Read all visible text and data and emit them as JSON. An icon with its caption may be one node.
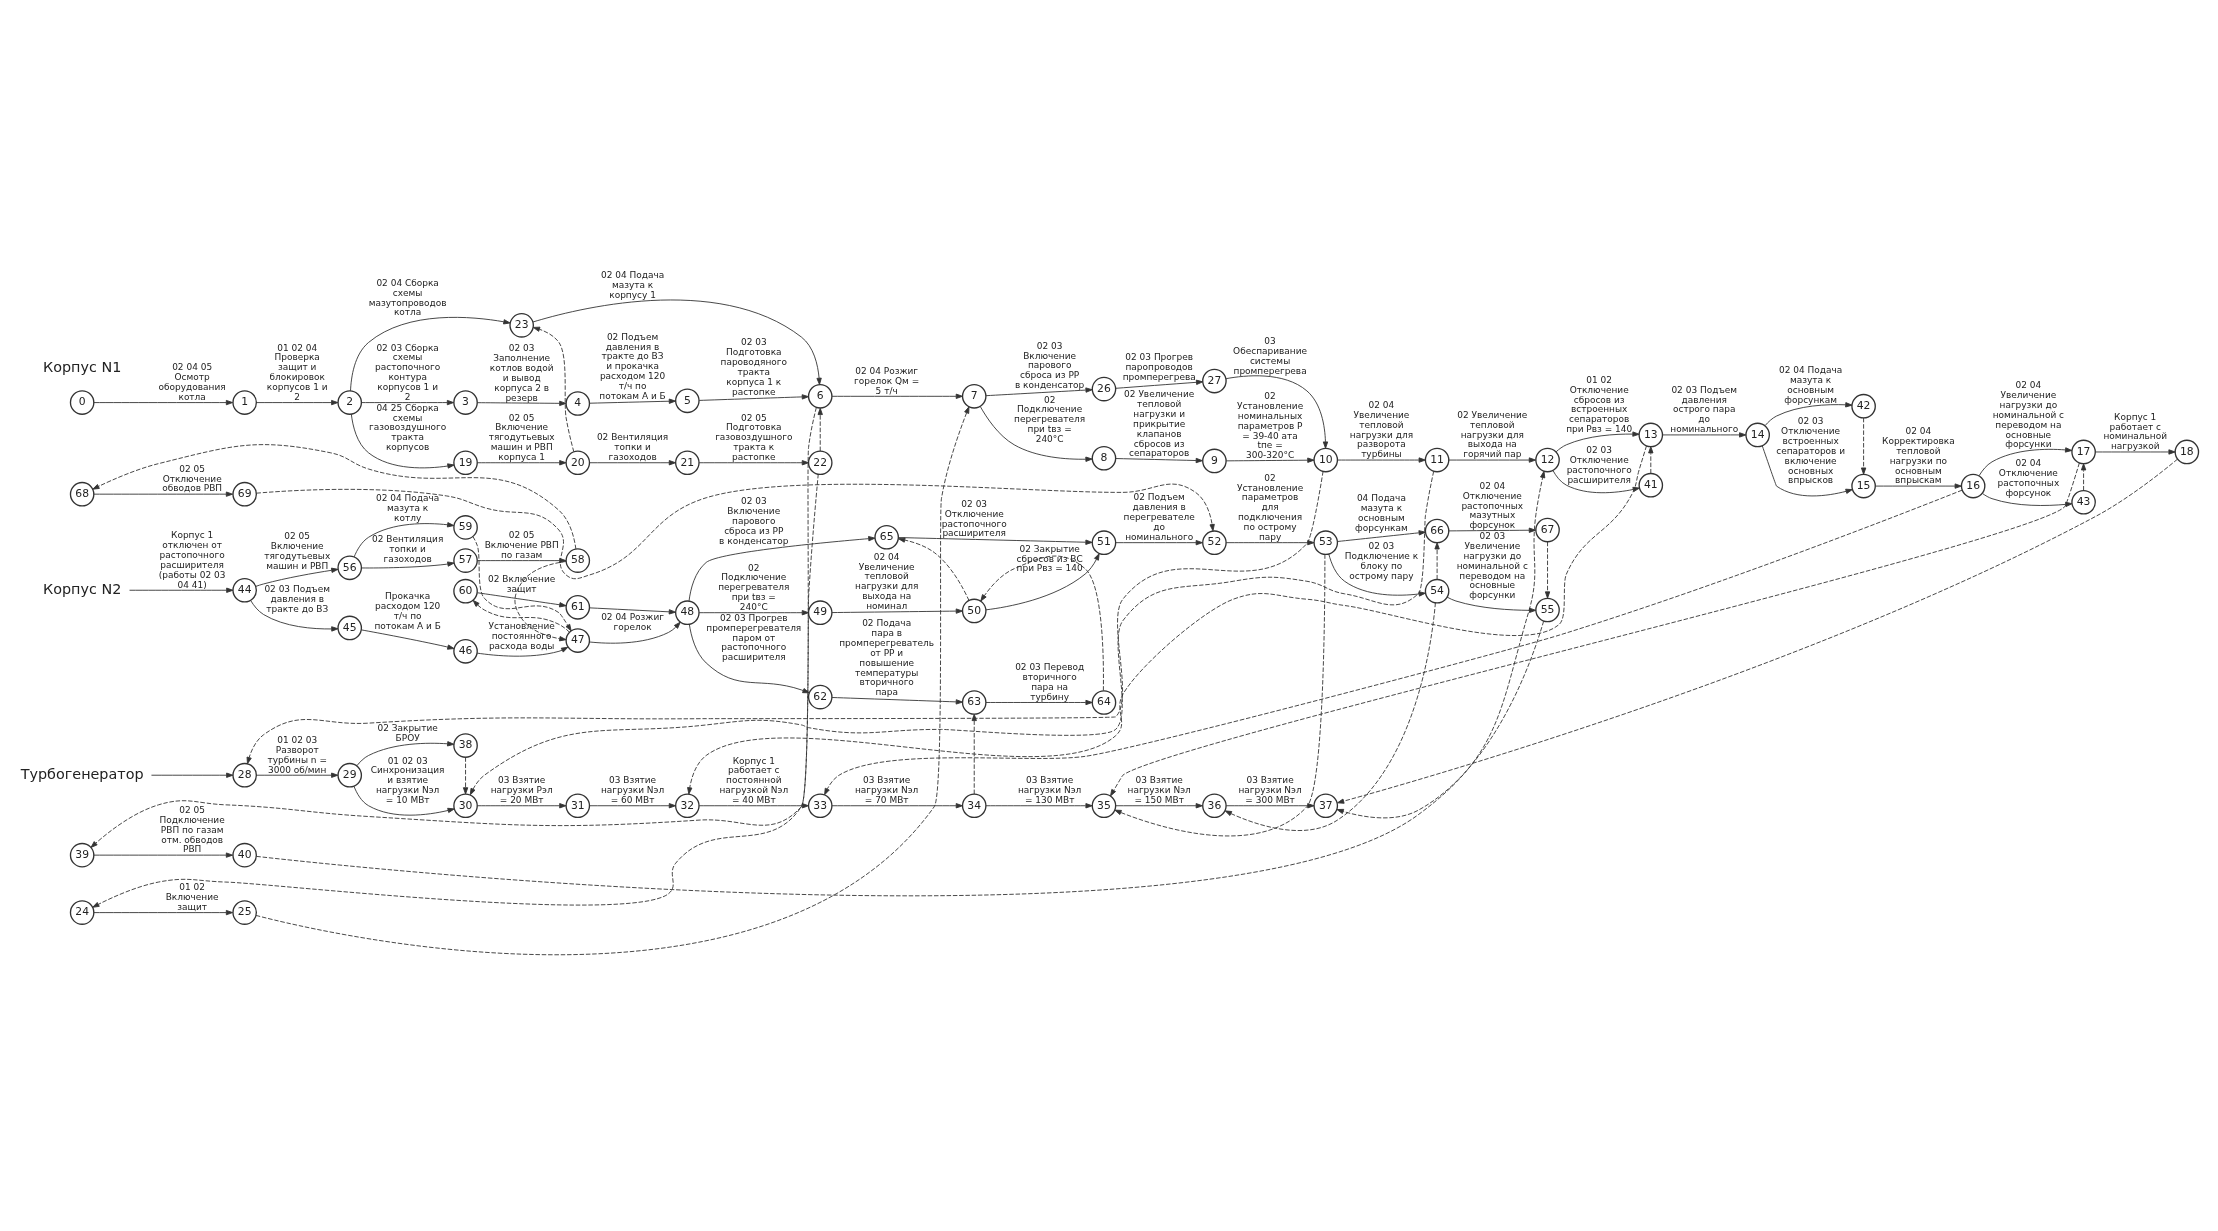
{
  "diagram": {
    "nodes": [
      {
        "text": [
          "0"
        ]
      },
      {
        "text": [
          "1"
        ]
      },
      {
        "text": [
          "2"
        ]
      },
      {
        "text": [
          "3"
        ]
      },
      {
        "text": [
          "4"
        ]
      },
      {
        "text": [
          "5"
        ]
      },
      {
        "text": [
          "6"
        ]
      },
      {
        "text": [
          "7"
        ]
      },
      {
        "text": [
          "8"
        ]
      },
      {
        "text": [
          "9"
        ]
      },
      {
        "text": [
          "10"
        ]
      },
      {
        "text": [
          "11"
        ]
      },
      {
        "text": [
          "12"
        ]
      },
      {
        "text": [
          "13"
        ]
      },
      {
        "text": [
          "14"
        ]
      },
      {
        "text": [
          "15"
        ]
      },
      {
        "text": [
          "16"
        ]
      },
      {
        "text": [
          "17"
        ]
      },
      {
        "text": [
          "18"
        ]
      },
      {
        "text": [
          "19"
        ]
      },
      {
        "text": [
          "20"
        ]
      },
      {
        "text": [
          "21"
        ]
      },
      {
        "text": [
          "22"
        ]
      },
      {
        "text": [
          "23"
        ]
      },
      {
        "text": [
          "24"
        ]
      },
      {
        "text": [
          "25"
        ]
      },
      {
        "text": [
          "26"
        ]
      },
      {
        "text": [
          "27"
        ]
      },
      {
        "text": [
          "28"
        ]
      },
      {
        "text": [
          "29"
        ]
      },
      {
        "text": [
          "30"
        ]
      },
      {
        "text": [
          "31"
        ]
      },
      {
        "text": [
          "32"
        ]
      },
      {
        "text": [
          "33"
        ]
      },
      {
        "text": [
          "34"
        ]
      },
      {
        "text": [
          "35"
        ]
      },
      {
        "text": [
          "36"
        ]
      },
      {
        "text": [
          "37"
        ]
      },
      {
        "text": [
          "38"
        ]
      },
      {
        "text": [
          "39"
        ]
      },
      {
        "text": [
          "40"
        ]
      },
      {
        "text": [
          "41"
        ]
      },
      {
        "text": [
          "42"
        ]
      },
      {
        "text": [
          "43"
        ]
      },
      {
        "text": [
          "44"
        ]
      },
      {
        "text": [
          "45"
        ]
      },
      {
        "text": [
          "46"
        ]
      },
      {
        "text": [
          "47"
        ]
      },
      {
        "text": [
          "48"
        ]
      },
      {
        "text": [
          "49"
        ]
      },
      {
        "text": [
          "50"
        ]
      },
      {
        "text": [
          "51"
        ]
      },
      {
        "text": [
          "52"
        ]
      },
      {
        "text": [
          "53"
        ]
      },
      {
        "text": [
          "54"
        ]
      },
      {
        "text": [
          "55"
        ]
      },
      {
        "text": [
          "56"
        ]
      },
      {
        "text": [
          "57"
        ]
      },
      {
        "text": [
          "58"
        ]
      },
      {
        "text": [
          "59"
        ]
      },
      {
        "text": [
          "60"
        ]
      },
      {
        "text": [
          "61"
        ]
      },
      {
        "text": [
          "62"
        ]
      },
      {
        "text": [
          "63"
        ]
      },
      {
        "text": [
          "64"
        ]
      },
      {
        "text": [
          "65"
        ]
      },
      {
        "text": [
          "66"
        ]
      },
      {
        "text": [
          "67"
        ]
      },
      {
        "text": [
          "68"
        ]
      },
      {
        "text": [
          "69"
        ]
      },
      {
        "text": [
          "Корпус N2"
        ]
      },
      {
        "text": [
          "Турбогенератор"
        ]
      }
    ],
    "edges": [
      {
        "from": 70,
        "to": 44,
        "arrow": "to",
        "label": "Корпус 1 отключен от растопочного расширителя (работы 02 03 04 41)"
      },
      {
        "from": 44,
        "to": 56,
        "arrow": "to",
        "label": "02 05 Включение тягодутьевых машин и РВП"
      },
      {
        "from": 56,
        "to": 57,
        "arrow": "to",
        "label": "02 Вентиляция топки и газоходов"
      },
      {
        "from": 57,
        "to": 58,
        "arrow": "to",
        "label": "02 05 Включение РВП по газам"
      },
      {
        "from": 58,
        "to": 68,
        "arrow": "to",
        "style": "dashed"
      },
      {
        "from": 68,
        "to": 69,
        "arrow": "to",
        "label": "02 05 Отключение обводов РВП"
      },
      {
        "from": 56,
        "to": 59,
        "arrow": "to",
        "label": "02 04 Подача мазута к котлу"
      },
      {
        "from": 59,
        "to": 47,
        "arrow": "to",
        "style": "dashed"
      },
      {
        "from": 58,
        "to": 47,
        "arrow": "to",
        "style": "dashed"
      },
      {
        "from": 44,
        "to": 45,
        "arrow": "to",
        "label": "02 03 Подъем давления в тракте до ВЗ"
      },
      {
        "from": 45,
        "to": 46,
        "arrow": "to",
        "label": "Прокачка расходом 120 т/ч по потокам А и Б"
      },
      {
        "from": 46,
        "to": 47,
        "arrow": "to",
        "label": "Установление постоянного расхода воды"
      },
      {
        "from": 47,
        "to": 48,
        "arrow": "to",
        "label": "02 04 Розжиг горелок"
      },
      {
        "from": 47,
        "to": 60,
        "arrow": "to",
        "style": "dashed"
      },
      {
        "from": 60,
        "to": 61,
        "arrow": "to",
        "label": "02 Включение защит"
      },
      {
        "from": 61,
        "to": 48,
        "arrow": "to"
      },
      {
        "from": 48,
        "to": 65,
        "arrow": "to",
        "label": "02 03 Включение парового сброса из РР в конденсатор"
      },
      {
        "from": 65,
        "to": 51,
        "arrow": "to",
        "label": "02 03 Отключение растопочного расширителя"
      },
      {
        "from": 48,
        "to": 49,
        "arrow": "to",
        "label": "02 Подключение перегревателя при tвз = 240°C"
      },
      {
        "from": 49,
        "to": 50,
        "arrow": "to",
        "label": "02 04 Увеличение тепловой нагрузки для выхода на номинал"
      },
      {
        "from": 50,
        "to": 65,
        "arrow": "to",
        "style": "dashed"
      },
      {
        "from": 50,
        "to": 51,
        "arrow": "to",
        "label": "02 Закрытие сбросов из ВС при Pвз = 140"
      },
      {
        "from": 51,
        "to": 52,
        "arrow": "to",
        "label": "02 Подъем давления в перегревателе до номинального"
      },
      {
        "from": 69,
        "to": 52,
        "arrow": "to",
        "style": "dashed"
      },
      {
        "from": 52,
        "to": 53,
        "arrow": "to",
        "label": "02 Установление параметров для подключения по острому пару"
      },
      {
        "from": 53,
        "to": 66,
        "arrow": "to",
        "label": "04 Подача мазута к основным форсункам"
      },
      {
        "from": 66,
        "to": 67,
        "arrow": "to",
        "label": "02 04 Отключение растопочных мазутных форсунок"
      },
      {
        "from": 53,
        "to": 54,
        "arrow": "to",
        "label": "02 03 Подключение к блоку по острому пару"
      },
      {
        "from": 54,
        "to": 66,
        "arrow": "to",
        "style": "dashed"
      },
      {
        "from": 54,
        "to": 55,
        "arrow": "to",
        "label": "02 03 Увеличение нагрузки до номинальной с переводом на основные форсунки"
      },
      {
        "from": 67,
        "to": 55,
        "arrow": "to",
        "style": "dashed"
      },
      {
        "from": 48,
        "to": 62,
        "arrow": "to",
        "label": "02 03 Прогрев промперегревателя паром от растопочного расширителя"
      },
      {
        "from": 62,
        "to": 63,
        "arrow": "to",
        "label": "02 Подача пара в промперегреватель от РР и повышение температуры вторичного пара"
      },
      {
        "from": 63,
        "to": 64,
        "arrow": "to",
        "label": "02 03 Перевод вторичного пара на турбину"
      },
      {
        "from": 64,
        "to": 50,
        "arrow": "to",
        "style": "dashed"
      },
      {
        "from": 71,
        "to": 28,
        "arrow": "to"
      },
      {
        "from": 28,
        "to": 29,
        "arrow": "to",
        "label": "01 02 03 Разворот турбины n = 3000 об/мин"
      },
      {
        "from": 29,
        "to": 38,
        "arrow": "to",
        "label": "02 Закрытие БРОУ"
      },
      {
        "from": 29,
        "to": 30,
        "arrow": "to",
        "label": "01 02 03 Синхронизация и взятие нагрузки Nэл = 10 МВт"
      },
      {
        "from": 38,
        "to": 30,
        "arrow": "to",
        "style": "dashed"
      },
      {
        "from": 30,
        "to": 31,
        "arrow": "to",
        "label": "03 Взятие нагрузки Pэл = 20 МВт"
      },
      {
        "from": 31,
        "to": 32,
        "arrow": "to",
        "label": "03 Взятие нагрузки Nэл = 60 МВт"
      },
      {
        "from": 32,
        "to": 33,
        "arrow": "to",
        "label": "Корпус 1 работает с постоянной нагрузкой Nэл = 40 МВт"
      },
      {
        "from": 33,
        "to": 34,
        "arrow": "to",
        "label": "03 Взятие нагрузки Nэл = 70 МВт"
      },
      {
        "from": 34,
        "to": 63,
        "arrow": "to",
        "style": "dashed"
      },
      {
        "from": 34,
        "to": 35,
        "arrow": "to",
        "label": "03 Взятие нагрузки Nэл = 130 МВт"
      },
      {
        "from": 53,
        "to": 35,
        "arrow": "to",
        "style": "dashed"
      },
      {
        "from": 35,
        "to": 36,
        "arrow": "to",
        "label": "03 Взятие нагрузки Nэл = 150 МВт"
      },
      {
        "from": 54,
        "to": 36,
        "arrow": "to",
        "style": "dashed"
      },
      {
        "from": 36,
        "to": 37,
        "arrow": "to",
        "label": "03 Взятие нагрузки Nэл = 300 МВт"
      },
      {
        "from": 55,
        "to": 37,
        "arrow": "to",
        "style": "dashed"
      },
      {
        "from": 2,
        "to": 23,
        "arrow": "to",
        "label": "02 04 Сборка схемы мазутопроводов котла"
      },
      {
        "from": 23,
        "to": 6,
        "arrow": "to",
        "label": "02 04 Подача мазута к корпусу 1"
      },
      {
        "from": 6,
        "to": 24,
        "arrow": "to",
        "style": "dashed"
      },
      {
        "from": 24,
        "to": 25,
        "arrow": "to",
        "label": "01 02 Включение защит"
      },
      {
        "from": 25,
        "to": 7,
        "arrow": "to",
        "style": "dashed"
      },
      {
        "from": 10,
        "to": 28,
        "arrow": "to",
        "style": "dashed"
      },
      {
        "from": 11,
        "to": 30,
        "arrow": "to",
        "style": "dashed"
      },
      {
        "from": 13,
        "to": 32,
        "arrow": "to",
        "style": "dashed"
      },
      {
        "from": 16,
        "to": 33,
        "arrow": "to",
        "style": "dashed"
      },
      {
        "from": 17,
        "to": 35,
        "arrow": "to",
        "style": "dashed"
      },
      {
        "from": 18,
        "to": 37,
        "arrow": "to",
        "style": "dashed"
      },
      {
        "from": 0,
        "to": 1,
        "arrow": "to",
        "label": "02 04 05 Осмотр оборудования котла"
      },
      {
        "from": 1,
        "to": 2,
        "arrow": "to",
        "label": "01 02 04 Проверка защит и блокировок корпусов 1 и 2"
      },
      {
        "from": 2,
        "to": 3,
        "arrow": "to",
        "label": "02 03 Сборка схемы растопочного контура корпусов 1 и 2"
      },
      {
        "from": 3,
        "to": 4,
        "arrow": "to",
        "label": "02 03 Заполнение котлов водой и вывод корпуса 2 в резерв"
      },
      {
        "from": 4,
        "to": 5,
        "arrow": "to",
        "label": "02 Подъем давления в тракте до ВЗ и прокачка расходом 120 т/ч по потокам А и Б"
      },
      {
        "from": 5,
        "to": 6,
        "arrow": "to",
        "label": "02 03 Подготовка пароводяного тракта корпуса 1 к растопке"
      },
      {
        "from": 6,
        "to": 7,
        "arrow": "to",
        "label": "02 04 Розжиг горелок Qм = 5 т/ч"
      },
      {
        "from": 7,
        "to": 8,
        "arrow": "to",
        "label": "02 Подключение перегревателя при tвз = 240°C"
      },
      {
        "from": 8,
        "to": 9,
        "arrow": "to",
        "label": "02 Увеличение тепловой нагрузки и прикрытие клапанов сбросов из сепараторов"
      },
      {
        "from": 9,
        "to": 10,
        "arrow": "to",
        "label": "02 Установление номинальных параметров P = 39-40 ата tпе = 300-320°C"
      },
      {
        "from": 10,
        "to": 11,
        "arrow": "to",
        "label": "02 04 Увеличение тепловой нагрузки для разворота турбины"
      },
      {
        "from": 11,
        "to": 12,
        "arrow": "to",
        "label": "02 Увеличение тепловой нагрузки для выхода на горячий пар"
      },
      {
        "from": 12,
        "to": 13,
        "arrow": "to",
        "label": "01 02 Отключение сбросов из встроенных сепараторов при Pвз = 140"
      },
      {
        "from": 13,
        "to": 14,
        "arrow": "to",
        "label": "02 03 Подъем давления острого пара до номинального"
      },
      {
        "from": 14,
        "to": 15,
        "arrow": "to",
        "label": "02 03 Отключение встроенных сепараторов и включение основных впрысков"
      },
      {
        "from": 15,
        "to": 16,
        "arrow": "to",
        "label": "02 04 Корректировка тепловой нагрузки по основным впрыскам"
      },
      {
        "from": 16,
        "to": 17,
        "arrow": "to",
        "label": "02 04 Увеличение нагрузки до номинальной с переводом на основные форсунки"
      },
      {
        "from": 17,
        "to": 18,
        "arrow": "to",
        "label": "Корпус 1 работает с номинальной нагрузкой"
      },
      {
        "from": 20,
        "to": 23,
        "arrow": "to",
        "style": "dashed"
      },
      {
        "from": 22,
        "to": 6,
        "arrow": "to",
        "style": "dashed"
      },
      {
        "from": 7,
        "to": 26,
        "arrow": "to",
        "label": "02 03 Включение парового сброса из РР в конденсатор"
      },
      {
        "from": 26,
        "to": 27,
        "arrow": "to",
        "label": "02 03 Прогрев паропроводов промперегрева"
      },
      {
        "from": 27,
        "to": 10,
        "arrow": "to",
        "label": "03 Обеспаривание системы промперегрева"
      },
      {
        "from": 12,
        "to": 41,
        "arrow": "to",
        "label": "02 03 Отключение растопочного расширителя"
      },
      {
        "from": 41,
        "to": 13,
        "arrow": "to",
        "style": "dashed"
      },
      {
        "from": 14,
        "to": 42,
        "arrow": "to",
        "label": "02 04 Подача мазута к основным форсункам"
      },
      {
        "from": 42,
        "to": 15,
        "arrow": "to",
        "style": "dashed"
      },
      {
        "from": 16,
        "to": 43,
        "arrow": "to",
        "label": "02 04 Отключение растопочных форсунок"
      },
      {
        "from": 43,
        "to": 17,
        "arrow": "to",
        "style": "dashed"
      },
      {
        "from": 2,
        "to": 19,
        "arrow": "to",
        "label": "04 25 Сборка схемы газовоздушного тракта корпусов"
      },
      {
        "from": 19,
        "to": 20,
        "arrow": "to",
        "label": "02 05 Включение тягодутьевых машин и РВП корпуса 1"
      },
      {
        "from": 20,
        "to": 21,
        "arrow": "to",
        "label": "02 Вентиляция топки и газоходов"
      },
      {
        "from": 21,
        "to": 22,
        "arrow": "to",
        "label": "02 05 Подготовка газовоздушного тракта к растопке"
      },
      {
        "from": 22,
        "to": 39,
        "arrow": "to",
        "style": "dashed"
      },
      {
        "from": 39,
        "to": 40,
        "arrow": "to",
        "label": "02 05 Подключение РВП по газам отм. обводов РВП"
      },
      {
        "from": 40,
        "to": 12,
        "arrow": "to",
        "style": "dashed"
      }
    ],
    "labels": [
      "Корпус N1"
    ]
  }
}
